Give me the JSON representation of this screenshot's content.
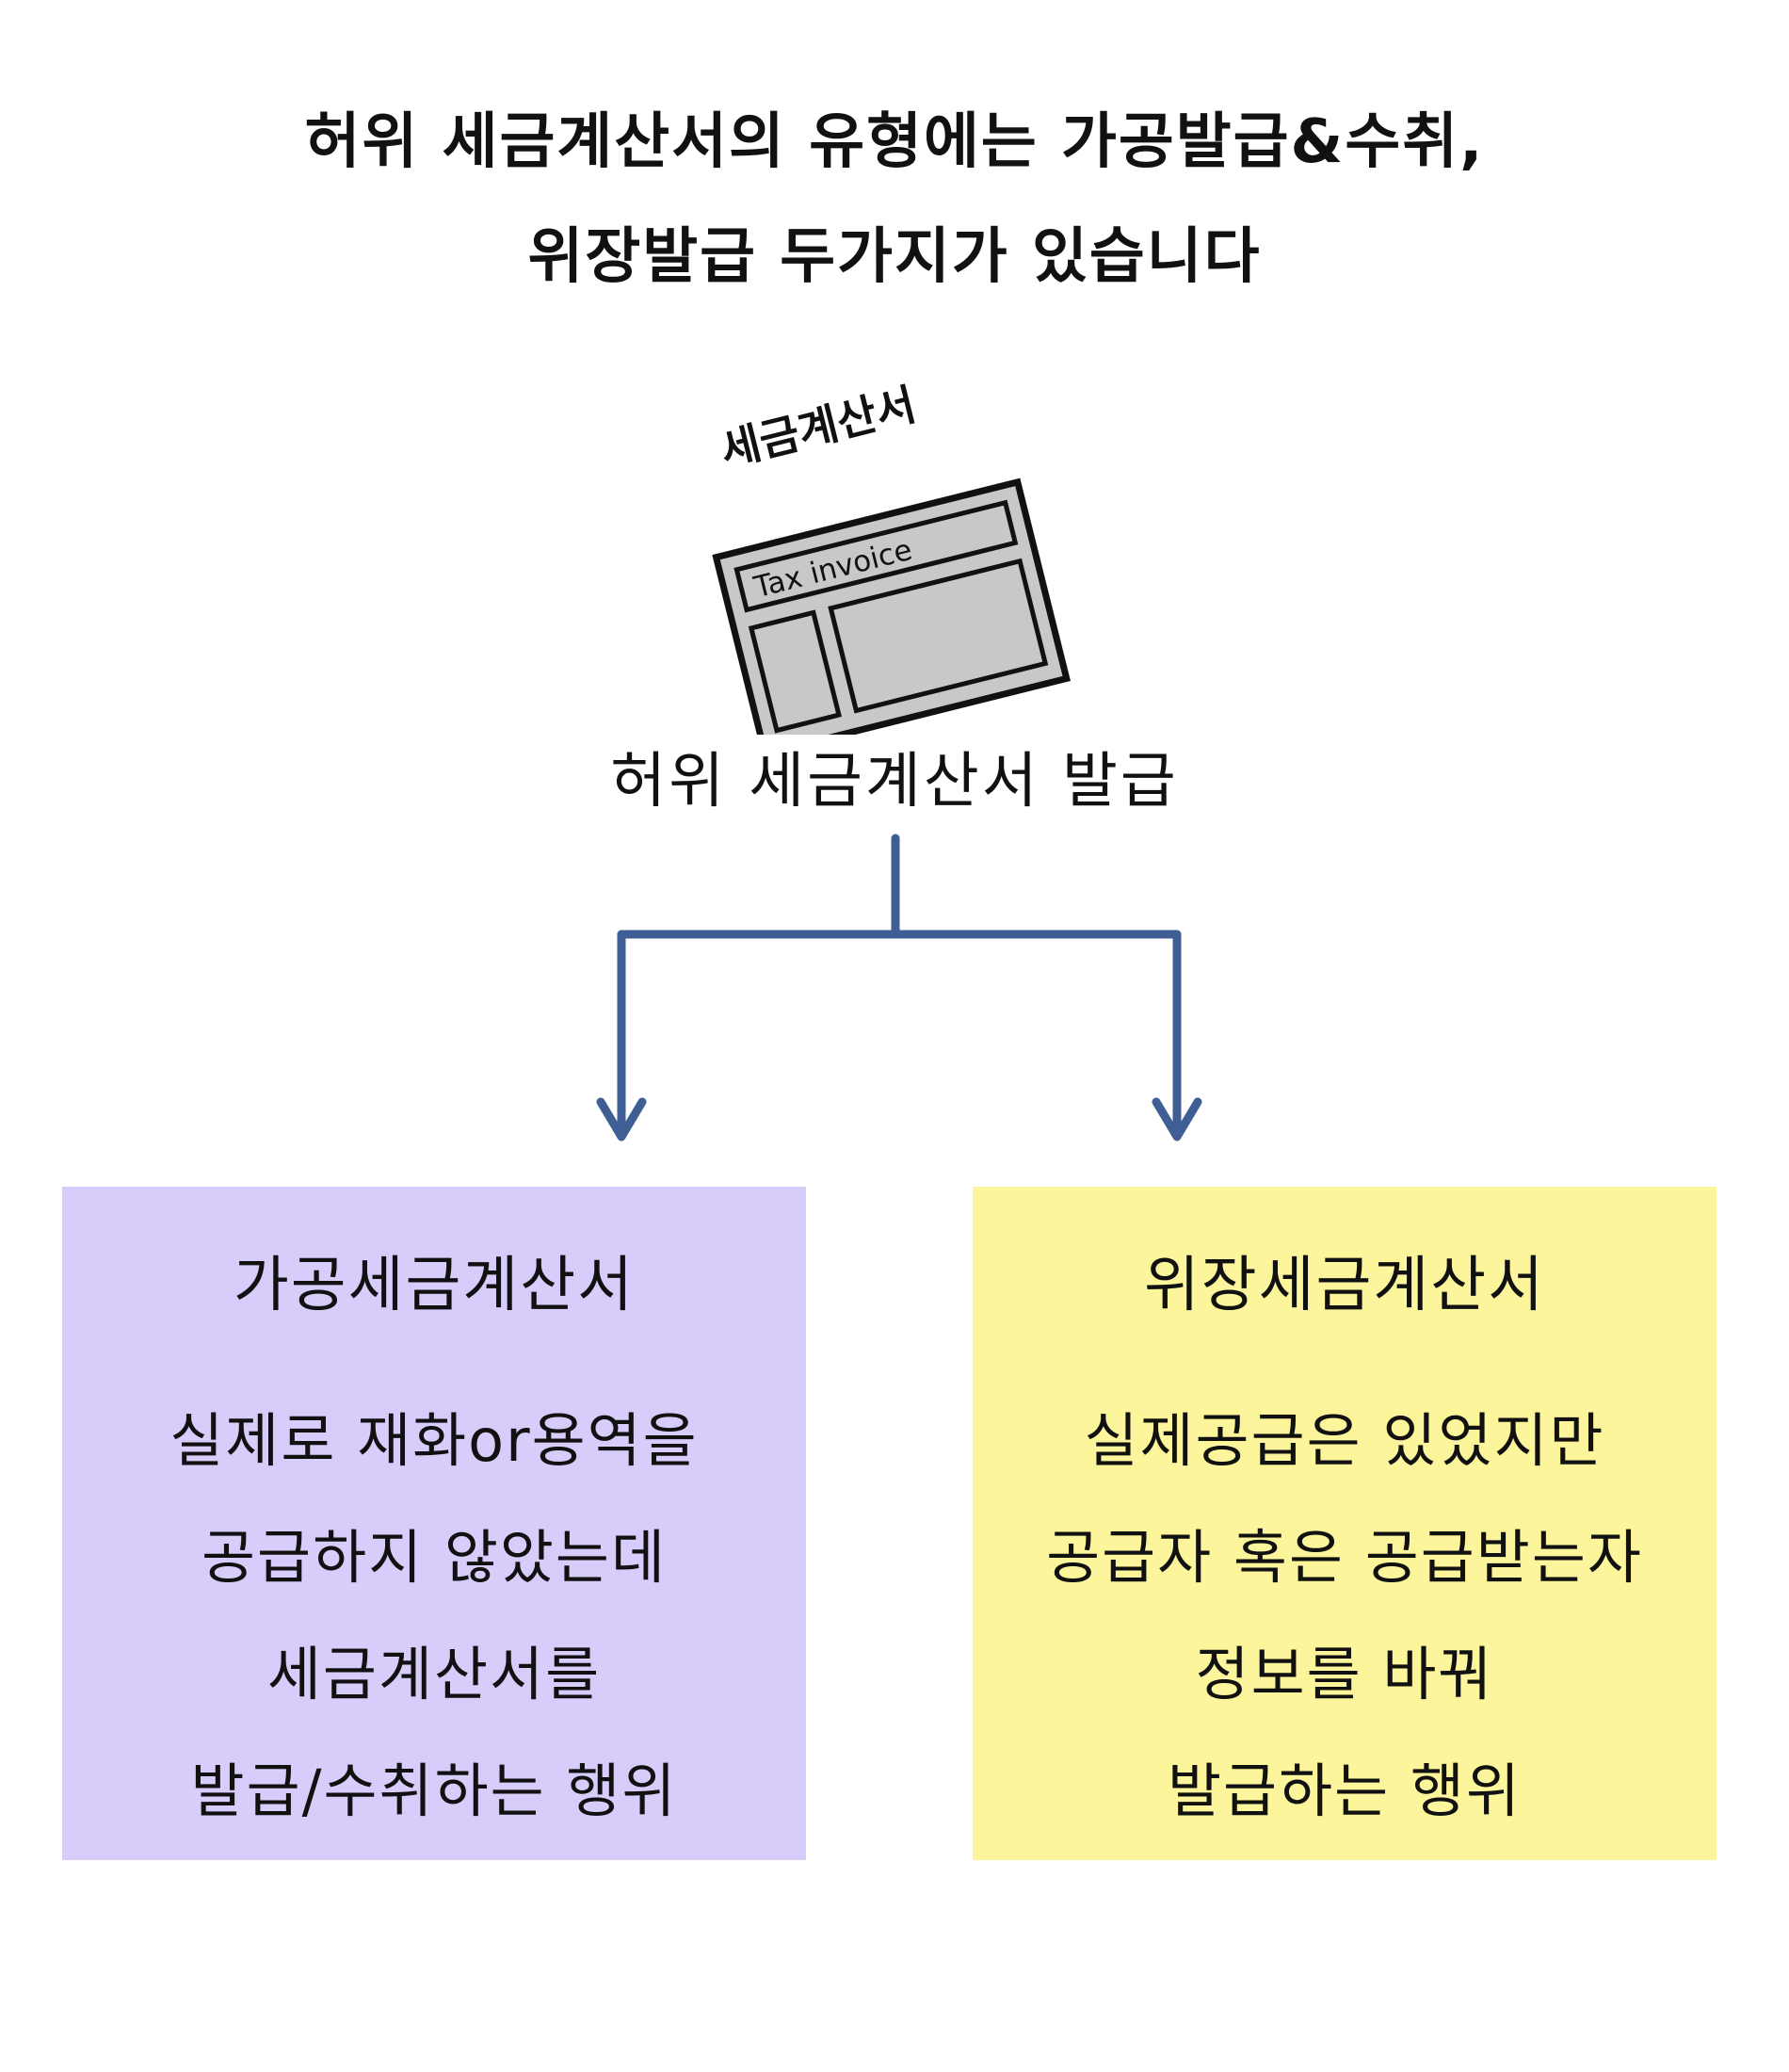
{
  "header": {
    "line1": "허위 세금계산서의 유형에는 가공발급&수취,",
    "line2": "위장발급 두가지가 있습니다"
  },
  "illustration": {
    "caption": "세금계산서",
    "form_title": "Tax invoice",
    "icon": "tax-invoice-document-icon"
  },
  "root": {
    "label": "허위 세금계산서 발급"
  },
  "branches": [
    {
      "title": "가공세금계산서",
      "lines": [
        "실제로 재화or용역을",
        "공급하지 않았는데",
        "세금계산서를",
        "발급/수취하는 행위"
      ],
      "color": "#d8ccfb"
    },
    {
      "title": "위장세금계산서",
      "lines": [
        "실제공급은 있었지만",
        "공급자 혹은 공급받는자",
        "정보를 바꿔",
        "발급하는 행위"
      ],
      "color": "#fdf59c"
    }
  ],
  "colors": {
    "arrow": "#3f5f94",
    "paper": "#c8c8c8",
    "ink": "#111111"
  }
}
